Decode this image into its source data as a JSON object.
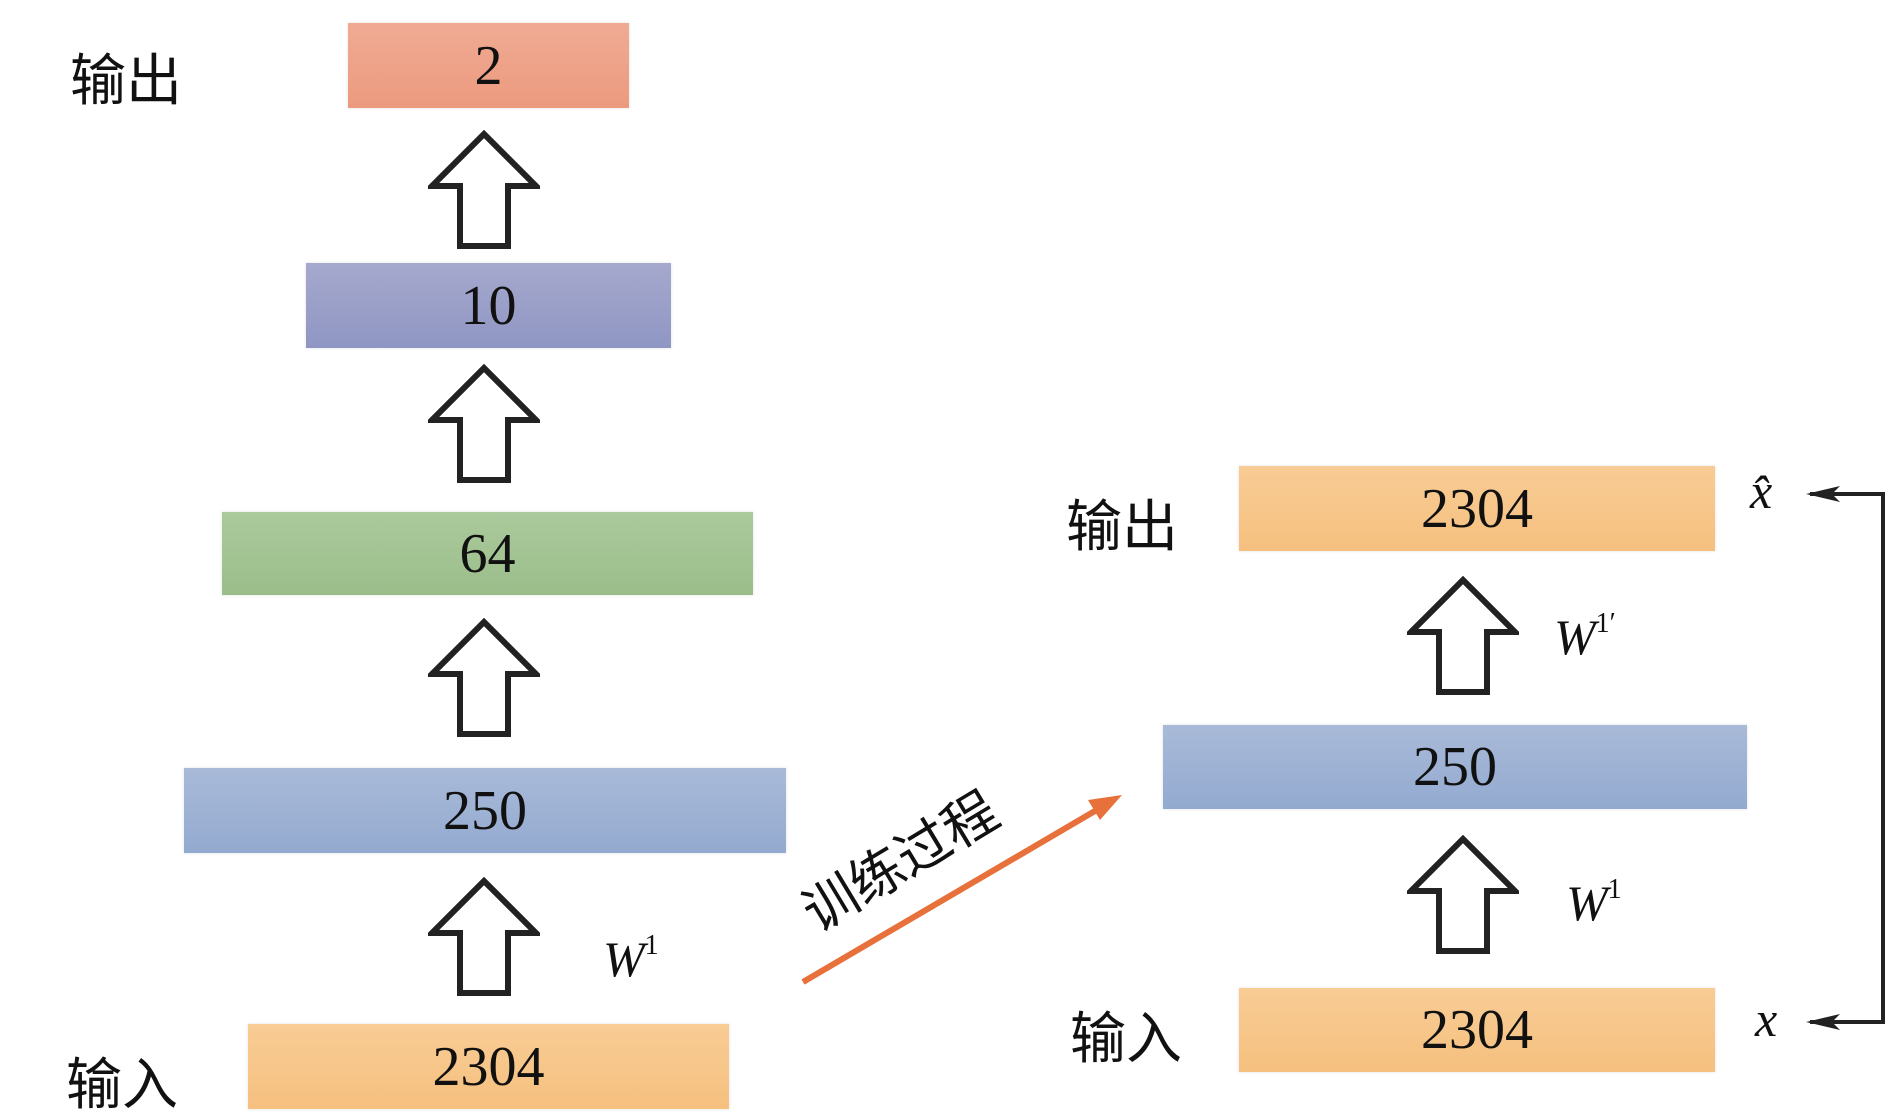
{
  "left_network": {
    "output_label": "输出",
    "input_label": "输入",
    "layers": [
      "2",
      "10",
      "64",
      "250",
      "2304"
    ],
    "weight_label": "W",
    "weight_sup": "1"
  },
  "transition_label": "训练过程",
  "right_autoencoder": {
    "output_label": "输出",
    "input_label": "输入",
    "layers": [
      "2304",
      "250",
      "2304"
    ],
    "decoder_weight": "W",
    "decoder_weight_sup": "1′",
    "encoder_weight": "W",
    "encoder_weight_sup": "1",
    "output_symbol": "x̂",
    "input_symbol": "x"
  },
  "colors": {
    "output": "#ec9a7e",
    "layer10": "#979dc6",
    "layer64": "#a3c494",
    "layer250": "#9fb3d5",
    "layer2304": "#f7c68a",
    "arrow": "#e8703a"
  }
}
